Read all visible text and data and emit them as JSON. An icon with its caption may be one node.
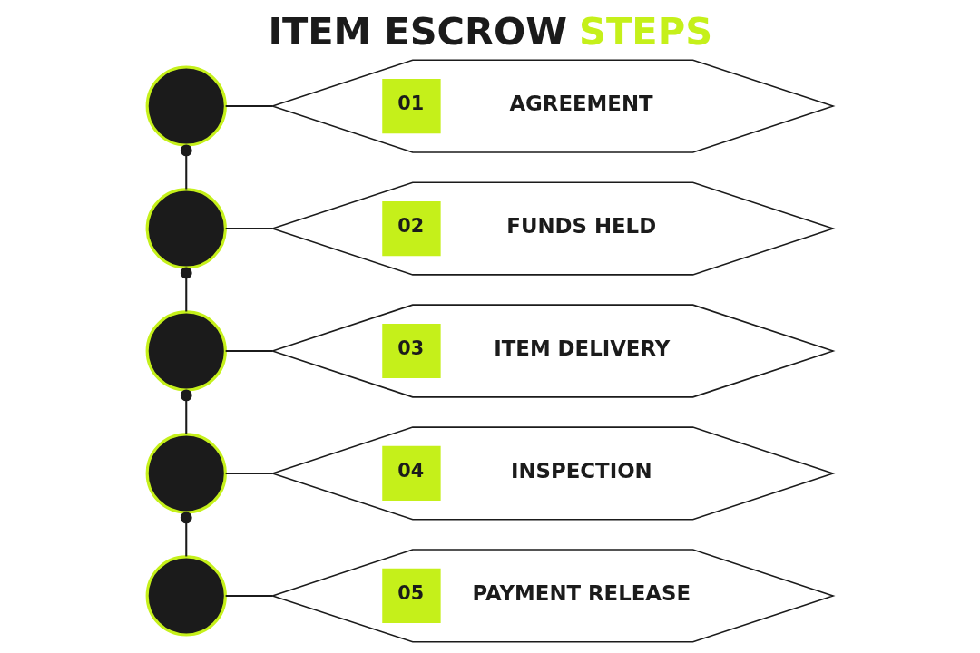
{
  "diagram": {
    "title": "ITEM ESCROW STEPS",
    "nodes": [
      {
        "text": [],
        "shape": "circle"
      },
      {
        "text": [
          "01",
          "AGREEMENT"
        ]
      },
      {
        "text": [],
        "shape": "circle"
      },
      {
        "text": [
          "02",
          "FUNDS HELD"
        ]
      },
      {
        "text": [],
        "shape": "circle"
      },
      {
        "text": [
          "03",
          "ITEM DELIVERY"
        ]
      },
      {
        "text": [],
        "shape": "circle"
      },
      {
        "text": [
          "04",
          "INSPECTION"
        ]
      },
      {
        "text": [],
        "shape": "circle"
      },
      {
        "text": [
          "05",
          "PAYMENT RELEASE"
        ]
      }
    ],
    "edges": [
      {
        "from": 0,
        "to": 1,
        "arrow": "none"
      },
      {
        "from": 0,
        "to": 2,
        "arrow": "other"
      },
      {
        "from": 2,
        "to": 3,
        "arrow": "none"
      },
      {
        "from": 2,
        "to": 4,
        "arrow": "other"
      },
      {
        "from": 4,
        "to": 5,
        "arrow": "none"
      },
      {
        "from": 4,
        "to": 6,
        "arrow": "other"
      },
      {
        "from": 6,
        "to": 7,
        "arrow": "none"
      },
      {
        "from": 6,
        "to": 8,
        "arrow": "other"
      },
      {
        "from": 8,
        "to": 9,
        "arrow": "none"
      }
    ]
  }
}
